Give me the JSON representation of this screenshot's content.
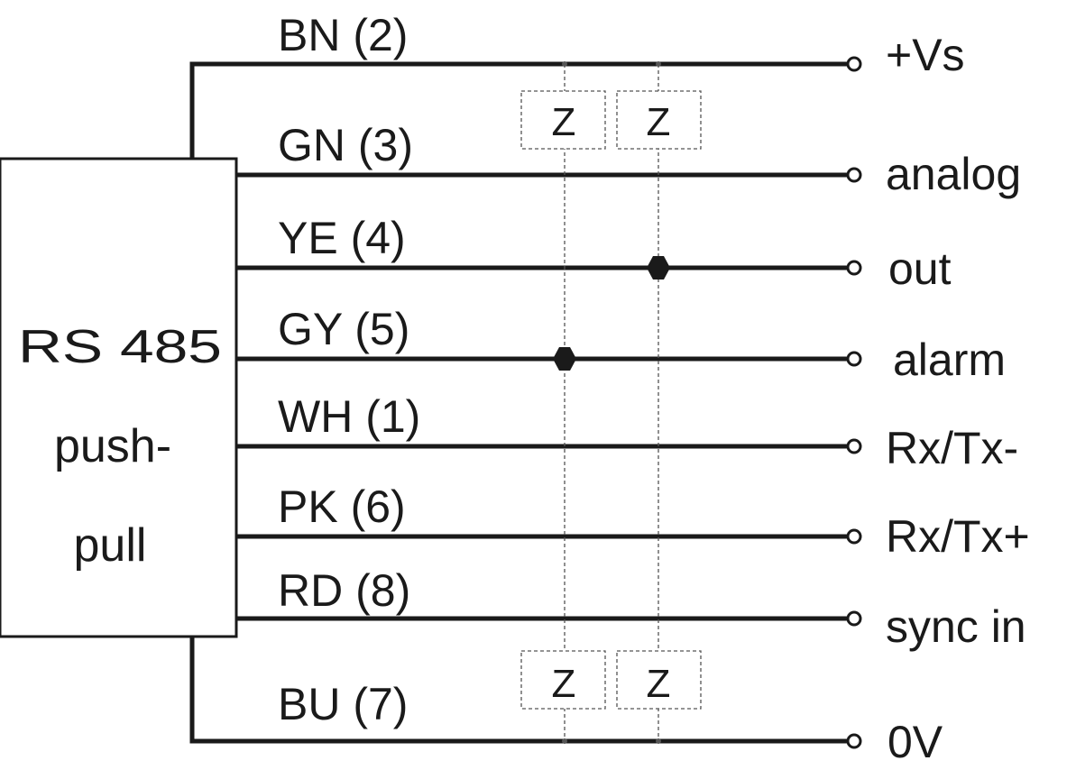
{
  "block": {
    "lines": [
      "RS 485",
      "push-",
      "pull"
    ]
  },
  "wires": [
    {
      "id": "bn",
      "label": "BN (2)",
      "signal": "+Vs"
    },
    {
      "id": "gn",
      "label": "GN (3)",
      "signal": "analog"
    },
    {
      "id": "ye",
      "label": "YE (4)",
      "signal": "out"
    },
    {
      "id": "gy",
      "label": "GY (5)",
      "signal": "alarm"
    },
    {
      "id": "wh",
      "label": "WH (1)",
      "signal": "Rx/Tx-"
    },
    {
      "id": "pk",
      "label": "PK (6)",
      "signal": "Rx/Tx+"
    },
    {
      "id": "rd",
      "label": "RD (8)",
      "signal": "sync in"
    },
    {
      "id": "bu",
      "label": "BU (7)",
      "signal": "0V"
    }
  ],
  "loads": {
    "top": [
      "Z",
      "Z"
    ],
    "bottom": [
      "Z",
      "Z"
    ]
  }
}
